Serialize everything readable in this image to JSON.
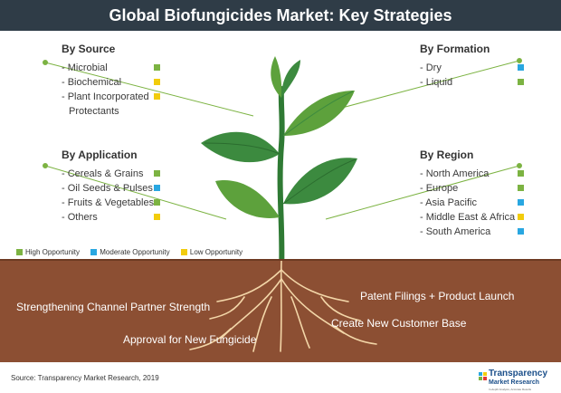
{
  "title": "Global Biofungicides Market: Key Strategies",
  "colors": {
    "title_bar": "#2f3c47",
    "green": "#7cb342",
    "blue": "#29a7e1",
    "yellow": "#f2cc0c",
    "soil": "#8c4f33",
    "leaf": "#3c8a3f"
  },
  "groups": {
    "source": {
      "heading": "By Source",
      "items": [
        {
          "text": "- Microbial",
          "level": "high"
        },
        {
          "text": "- Biochemical",
          "level": "low"
        },
        {
          "text": "- Plant Incorporated",
          "level": "low"
        },
        {
          "text": "Protectants",
          "level": ""
        }
      ]
    },
    "formation": {
      "heading": "By Formation",
      "items": [
        {
          "text": "- Dry",
          "level": "moderate"
        },
        {
          "text": "- Liquid",
          "level": "high"
        }
      ]
    },
    "application": {
      "heading": "By Application",
      "items": [
        {
          "text": "- Cereals & Grains",
          "level": "high"
        },
        {
          "text": "- Oil Seeds & Pulses",
          "level": "moderate"
        },
        {
          "text": "- Fruits & Vegetables",
          "level": "high"
        },
        {
          "text": "- Others",
          "level": "low"
        }
      ]
    },
    "region": {
      "heading": "By Region",
      "items": [
        {
          "text": "- North America",
          "level": "high"
        },
        {
          "text": "- Europe",
          "level": "high"
        },
        {
          "text": "- Asia Pacific",
          "level": "moderate"
        },
        {
          "text": "- Middle East & Africa",
          "level": "low"
        },
        {
          "text": "- South America",
          "level": "moderate"
        }
      ]
    }
  },
  "legend": [
    {
      "label": "High Opportunity",
      "level": "high"
    },
    {
      "label": "Moderate Opportunity",
      "level": "moderate"
    },
    {
      "label": "Low Opportunity",
      "level": "low"
    }
  ],
  "strategies": {
    "s1": "Strengthening Channel Partner Strength",
    "s2": "Patent Filings + Product Launch",
    "s3": "Create New Customer Base",
    "s4": "Approval for New Fungicide"
  },
  "source": "Source: Transparency Market Research, 2019",
  "logo": {
    "line1": "Transparency",
    "line2": "Market Research",
    "line3": "In-depth Analysis, Accurate Results"
  }
}
